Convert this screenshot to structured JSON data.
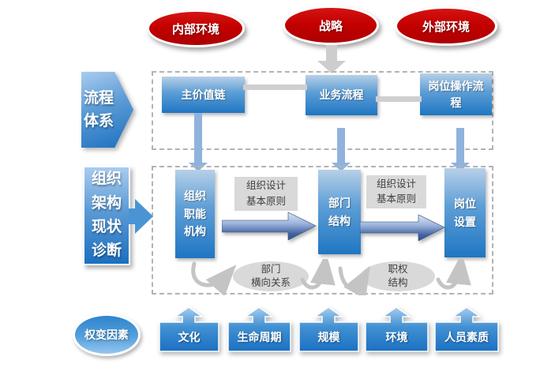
{
  "top_ellipses": {
    "internal": {
      "label": "内部环境"
    },
    "strategy": {
      "label": "战略"
    },
    "external": {
      "label": "外部环境"
    }
  },
  "section_process": {
    "side_label": "流程\n体系",
    "boxes": [
      {
        "label": "主价值链"
      },
      {
        "label": "业务流程"
      },
      {
        "label": "岗位操作流程"
      }
    ]
  },
  "section_org": {
    "side_label": "组织\n架构\n现状\n诊断",
    "boxes": [
      {
        "label": "组织\n职能\n机构"
      },
      {
        "label": "部门\n结构"
      },
      {
        "label": "岗位\n设置"
      }
    ],
    "principle_labels": [
      {
        "label": "组织设计\n基本原则"
      },
      {
        "label": "组织设计\n基本原则"
      }
    ],
    "relation_ellipses": [
      {
        "label": "部门\n横向关系"
      },
      {
        "label": "职权\n结构"
      }
    ]
  },
  "bottom_section": {
    "oval_label": "权变因素",
    "factors": [
      {
        "label": "文化"
      },
      {
        "label": "生命周期"
      },
      {
        "label": "规模"
      },
      {
        "label": "环境"
      },
      {
        "label": "人员素质"
      }
    ]
  },
  "colors": {
    "red": "#c40000",
    "blue_dark": "#1f76c3",
    "blue_light": "#b7d0e8",
    "connector_blue": "#8fb3dd",
    "connector_gray": "#cfcfcf",
    "gray_fill": "#d9d9d9"
  }
}
